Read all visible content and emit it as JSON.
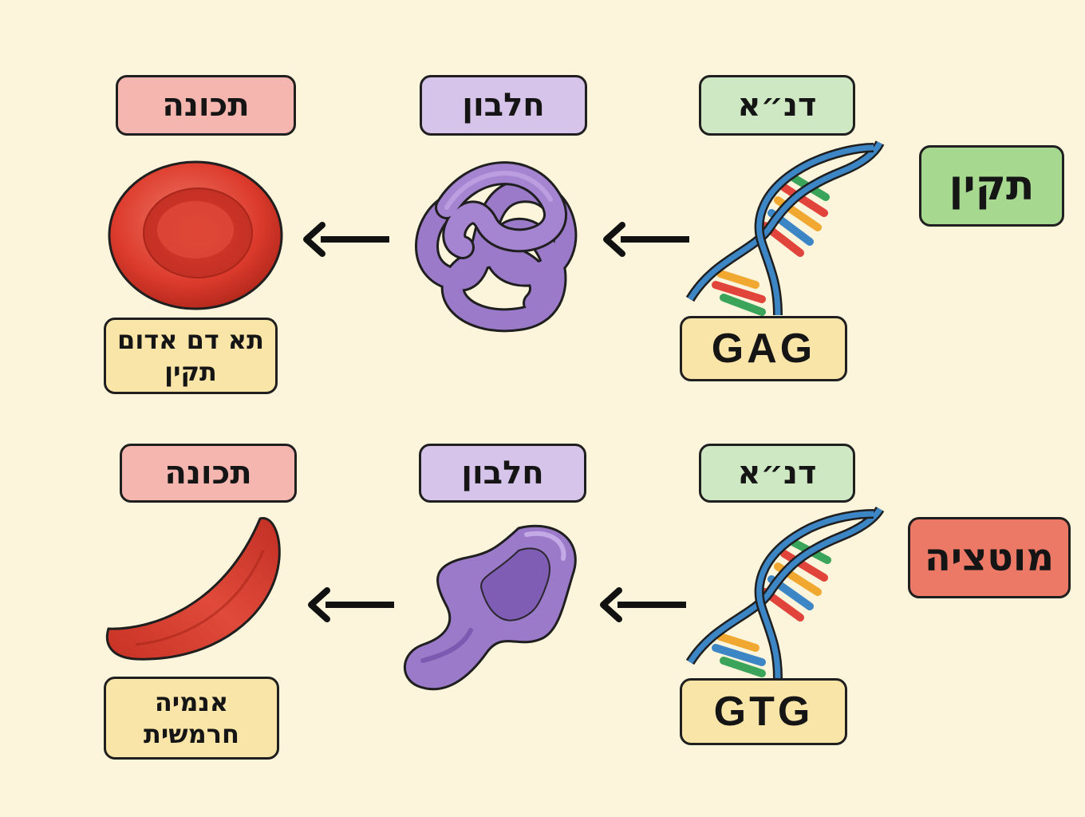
{
  "rows": [
    {
      "row_label": "תקין",
      "dna_header": "דנ״א",
      "protein_header": "חלבון",
      "trait_header": "תכונה",
      "codon": "GAG",
      "trait_line1": "תא דם אדום",
      "trait_line2": "תקין"
    },
    {
      "row_label": "מוטציה",
      "dna_header": "דנ״א",
      "protein_header": "חלבון",
      "trait_header": "תכונה",
      "codon": "GTG",
      "trait_line1": "אנמיה",
      "trait_line2": "חרמשית"
    }
  ],
  "colors": {
    "background": "#fdf4dc",
    "normal_label": "#a6d98f",
    "mutation_label": "#ec7866",
    "trait_header": "#f5b6b0",
    "protein_header": "#d7c4ea",
    "dna_header": "#cfe8c4",
    "codon_box": "#fae5a8",
    "red_cell": "#d9392b",
    "protein": "#9b7ac9",
    "dna_backbone": "#3d86c6"
  },
  "icons": [
    "dna-helix-icon",
    "folded-protein-icon",
    "misfolded-protein-icon",
    "red-blood-cell-icon",
    "sickle-cell-icon",
    "arrow-left-icon"
  ]
}
